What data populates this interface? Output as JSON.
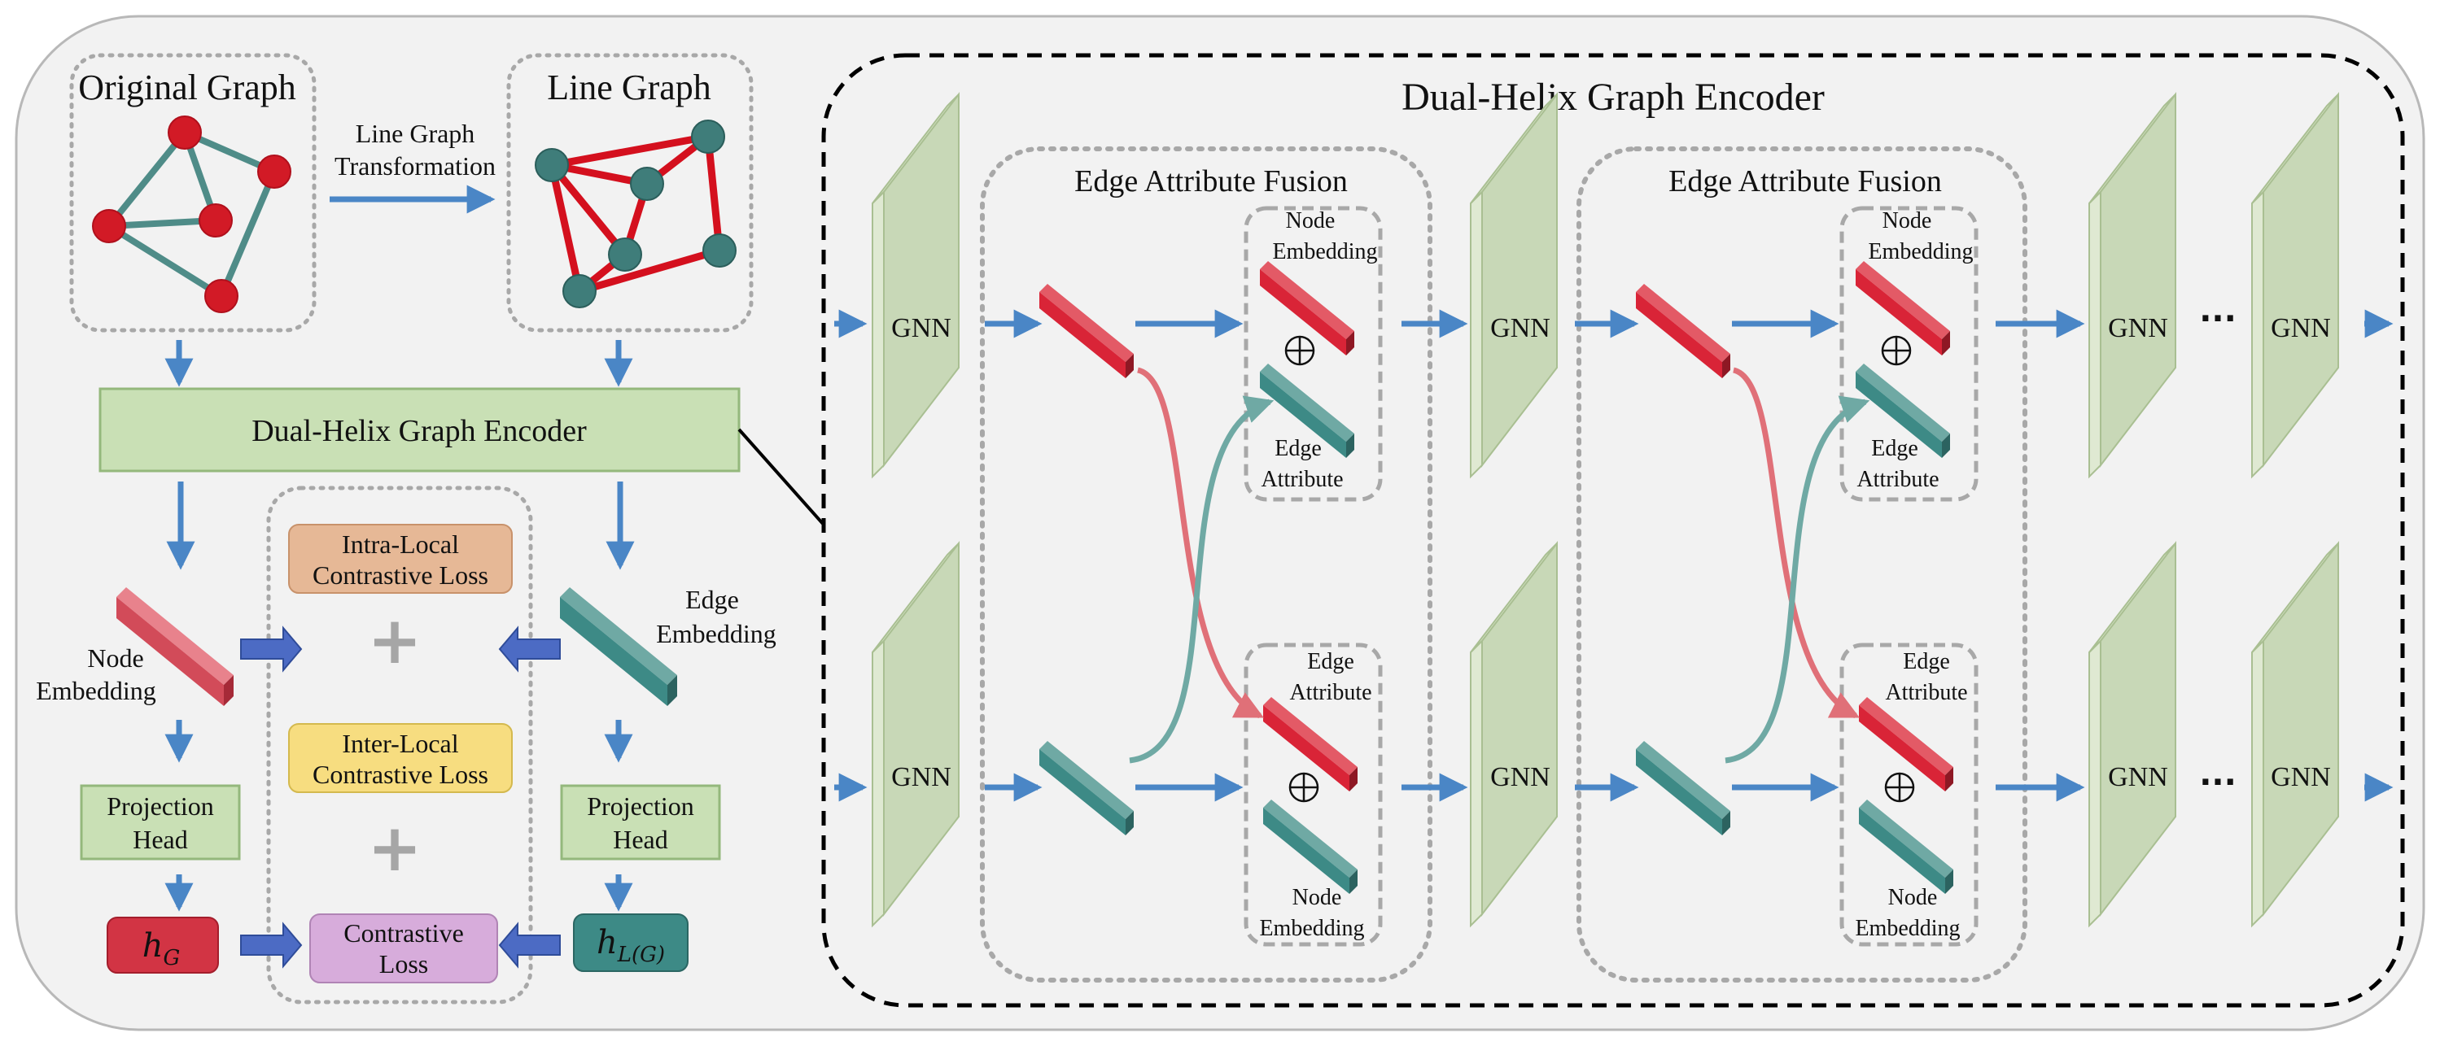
{
  "original_graph": {
    "title": "Original Graph"
  },
  "line_graph": {
    "title": "Line Graph"
  },
  "transform_label": {
    "line1": "Line Graph",
    "line2": "Transformation"
  },
  "encoder_box": {
    "label": "Dual-Helix Graph Encoder"
  },
  "detail_title": "Dual-Helix Graph Encoder",
  "left": {
    "node_embedding": {
      "line1": "Node",
      "line2": "Embedding"
    },
    "edge_embedding": {
      "line1": "Edge",
      "line2": "Embedding"
    },
    "projection_head_left": {
      "line1": "Projection",
      "line2": "Head"
    },
    "projection_head_right": {
      "line1": "Projection",
      "line2": "Head"
    },
    "h_g": {
      "base": "h",
      "sub": "G"
    },
    "h_lg": {
      "base": "h",
      "sub": "L(G)"
    },
    "intra_loss": {
      "line1": "Intra-Local",
      "line2": "Contrastive Loss"
    },
    "inter_loss": {
      "line1": "Inter-Local",
      "line2": "Contrastive Loss"
    },
    "contrastive_loss": {
      "line1": "Contrastive",
      "line2": "Loss"
    },
    "plus": "+"
  },
  "gnn_label": "GNN",
  "ellipsis": "···",
  "oplus": "⊕",
  "fusion": {
    "title": "Edge Attribute Fusion",
    "top_embed": {
      "line1": "Node",
      "line2": "Embedding"
    },
    "top_attr": {
      "line1": "Edge",
      "line2": "Attribute"
    },
    "bottom_attr": {
      "line1": "Edge",
      "line2": "Attribute"
    },
    "bottom_embed": {
      "line1": "Node",
      "line2": "Embedding"
    }
  },
  "colors": {
    "red": "#d92437",
    "teal": "#3d8a86",
    "blue_arrow": "#4a86c6",
    "gnn_fill": "#c8d8b7",
    "encoder_fill": "#c9e0b5",
    "intra_fill": "#e6b896",
    "inter_fill": "#f7dd80",
    "contrast_fill": "#d7acdb"
  }
}
